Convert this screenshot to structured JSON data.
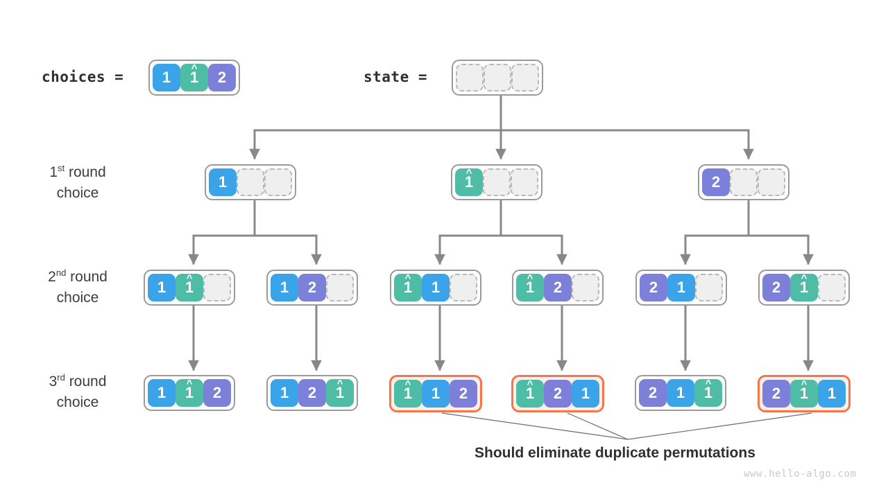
{
  "header": {
    "choices_label": "choices =",
    "state_label": "state =",
    "choices_cells": [
      {
        "value": "1",
        "color": "blue",
        "hat": false
      },
      {
        "value": "1",
        "color": "teal",
        "hat": true
      },
      {
        "value": "2",
        "color": "purple",
        "hat": false
      }
    ],
    "state_cells": [
      {
        "value": "",
        "color": "empty",
        "hat": false
      },
      {
        "value": "",
        "color": "empty",
        "hat": false
      },
      {
        "value": "",
        "color": "empty",
        "hat": false
      }
    ]
  },
  "rounds": [
    {
      "ordinal": "1",
      "suffix": "st",
      "word": " round",
      "line2": "choice"
    },
    {
      "ordinal": "2",
      "suffix": "nd",
      "word": " round",
      "line2": "choice"
    },
    {
      "ordinal": "3",
      "suffix": "rd",
      "word": " round",
      "line2": "choice"
    }
  ],
  "row1": [
    {
      "highlight": false,
      "cells": [
        {
          "value": "1",
          "color": "blue",
          "hat": false
        },
        {
          "value": "",
          "color": "empty",
          "hat": false
        },
        {
          "value": "",
          "color": "empty",
          "hat": false
        }
      ]
    },
    {
      "highlight": false,
      "cells": [
        {
          "value": "1",
          "color": "teal",
          "hat": true
        },
        {
          "value": "",
          "color": "empty",
          "hat": false
        },
        {
          "value": "",
          "color": "empty",
          "hat": false
        }
      ]
    },
    {
      "highlight": false,
      "cells": [
        {
          "value": "2",
          "color": "purple",
          "hat": false
        },
        {
          "value": "",
          "color": "empty",
          "hat": false
        },
        {
          "value": "",
          "color": "empty",
          "hat": false
        }
      ]
    }
  ],
  "row2": [
    {
      "highlight": false,
      "cells": [
        {
          "value": "1",
          "color": "blue",
          "hat": false
        },
        {
          "value": "1",
          "color": "teal",
          "hat": true
        },
        {
          "value": "",
          "color": "empty",
          "hat": false
        }
      ]
    },
    {
      "highlight": false,
      "cells": [
        {
          "value": "1",
          "color": "blue",
          "hat": false
        },
        {
          "value": "2",
          "color": "purple",
          "hat": false
        },
        {
          "value": "",
          "color": "empty",
          "hat": false
        }
      ]
    },
    {
      "highlight": false,
      "cells": [
        {
          "value": "1",
          "color": "teal",
          "hat": true
        },
        {
          "value": "1",
          "color": "blue",
          "hat": false
        },
        {
          "value": "",
          "color": "empty",
          "hat": false
        }
      ]
    },
    {
      "highlight": false,
      "cells": [
        {
          "value": "1",
          "color": "teal",
          "hat": true
        },
        {
          "value": "2",
          "color": "purple",
          "hat": false
        },
        {
          "value": "",
          "color": "empty",
          "hat": false
        }
      ]
    },
    {
      "highlight": false,
      "cells": [
        {
          "value": "2",
          "color": "purple",
          "hat": false
        },
        {
          "value": "1",
          "color": "blue",
          "hat": false
        },
        {
          "value": "",
          "color": "empty",
          "hat": false
        }
      ]
    },
    {
      "highlight": false,
      "cells": [
        {
          "value": "2",
          "color": "purple",
          "hat": false
        },
        {
          "value": "1",
          "color": "teal",
          "hat": true
        },
        {
          "value": "",
          "color": "empty",
          "hat": false
        }
      ]
    }
  ],
  "row3": [
    {
      "highlight": false,
      "cells": [
        {
          "value": "1",
          "color": "blue",
          "hat": false
        },
        {
          "value": "1",
          "color": "teal",
          "hat": true
        },
        {
          "value": "2",
          "color": "purple",
          "hat": false
        }
      ]
    },
    {
      "highlight": false,
      "cells": [
        {
          "value": "1",
          "color": "blue",
          "hat": false
        },
        {
          "value": "2",
          "color": "purple",
          "hat": false
        },
        {
          "value": "1",
          "color": "teal",
          "hat": true
        }
      ]
    },
    {
      "highlight": true,
      "cells": [
        {
          "value": "1",
          "color": "teal",
          "hat": true
        },
        {
          "value": "1",
          "color": "blue",
          "hat": false
        },
        {
          "value": "2",
          "color": "purple",
          "hat": false
        }
      ]
    },
    {
      "highlight": true,
      "cells": [
        {
          "value": "1",
          "color": "teal",
          "hat": true
        },
        {
          "value": "2",
          "color": "purple",
          "hat": false
        },
        {
          "value": "1",
          "color": "blue",
          "hat": false
        }
      ]
    },
    {
      "highlight": false,
      "cells": [
        {
          "value": "2",
          "color": "purple",
          "hat": false
        },
        {
          "value": "1",
          "color": "blue",
          "hat": false
        },
        {
          "value": "1",
          "color": "teal",
          "hat": true
        }
      ]
    },
    {
      "highlight": true,
      "cells": [
        {
          "value": "2",
          "color": "purple",
          "hat": false
        },
        {
          "value": "1",
          "color": "teal",
          "hat": true
        },
        {
          "value": "1",
          "color": "blue",
          "hat": false
        }
      ]
    }
  ],
  "caption": "Should eliminate duplicate permutations",
  "watermark": "www.hello-algo.com",
  "colors": {
    "blue": "#3ba3e8",
    "teal": "#4fbca6",
    "purple": "#7d80d8",
    "empty_fill": "#efefef",
    "empty_border": "#b9b9b9",
    "node_border": "#9a9a9a",
    "highlight_border": "#f2784b",
    "highlight_fill": "#fdeee8",
    "edge": "#888888",
    "leader": "#6b6b6b",
    "text": "#2f2f2f"
  }
}
